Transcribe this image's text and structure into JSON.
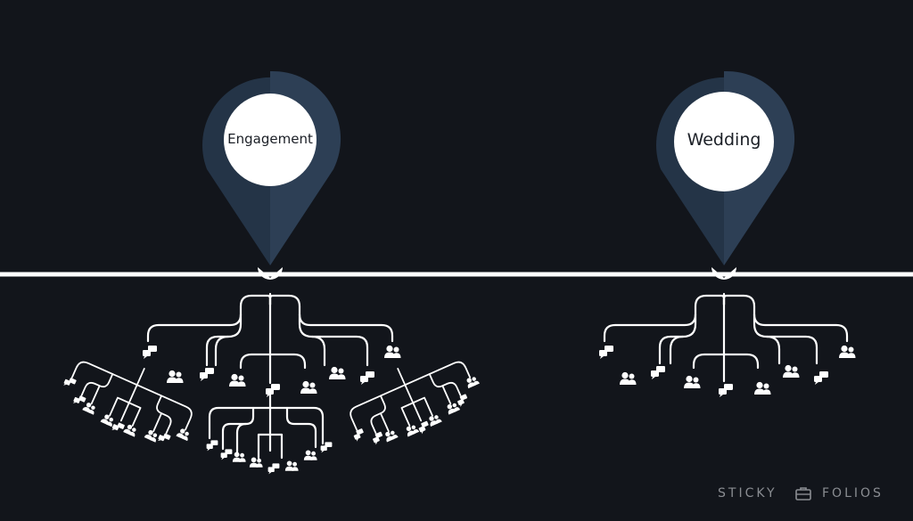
{
  "milestones": {
    "first": {
      "label": "Engagement"
    },
    "second": {
      "label": "Wedding"
    }
  },
  "branding": {
    "word_left": "STICKY",
    "word_right": "FOLIOS",
    "icon": "briefcase-icon"
  },
  "colors": {
    "background": "#12151b",
    "pin_dark": "#243447",
    "pin_light": "#2d3f55",
    "line": "#ffffff",
    "brand_text": "#8a8d92"
  }
}
